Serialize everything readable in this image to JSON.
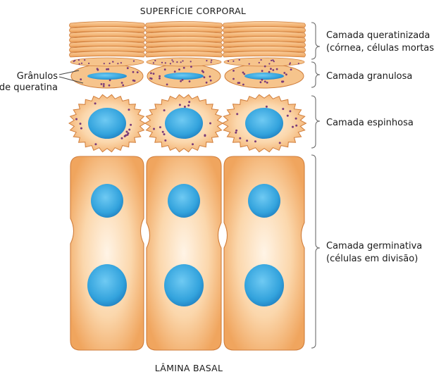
{
  "diagram": {
    "top_label": "SUPERFÍCIE CORPORAL",
    "bottom_label": "LÂMINA BASAL",
    "granules_label": [
      "Grânulos",
      "de queratina"
    ],
    "layers": [
      {
        "lines": [
          "Camada queratinizada",
          "(córnea, células mortas)"
        ]
      },
      {
        "lines": [
          "Camada granulosa"
        ]
      },
      {
        "lines": [
          "Camada espinhosa"
        ]
      },
      {
        "lines": [
          "Camada germinativa",
          "(células em divisão)"
        ]
      }
    ]
  },
  "colors": {
    "cell_fill": "#f6c48c",
    "cell_edge": "#d07e3c",
    "cell_light": "#fdecd6",
    "nucleus": "#3aa6df",
    "nucleus_dark": "#1f7fc0",
    "granule": "#7a3a78",
    "text": "#1a1a1a"
  }
}
